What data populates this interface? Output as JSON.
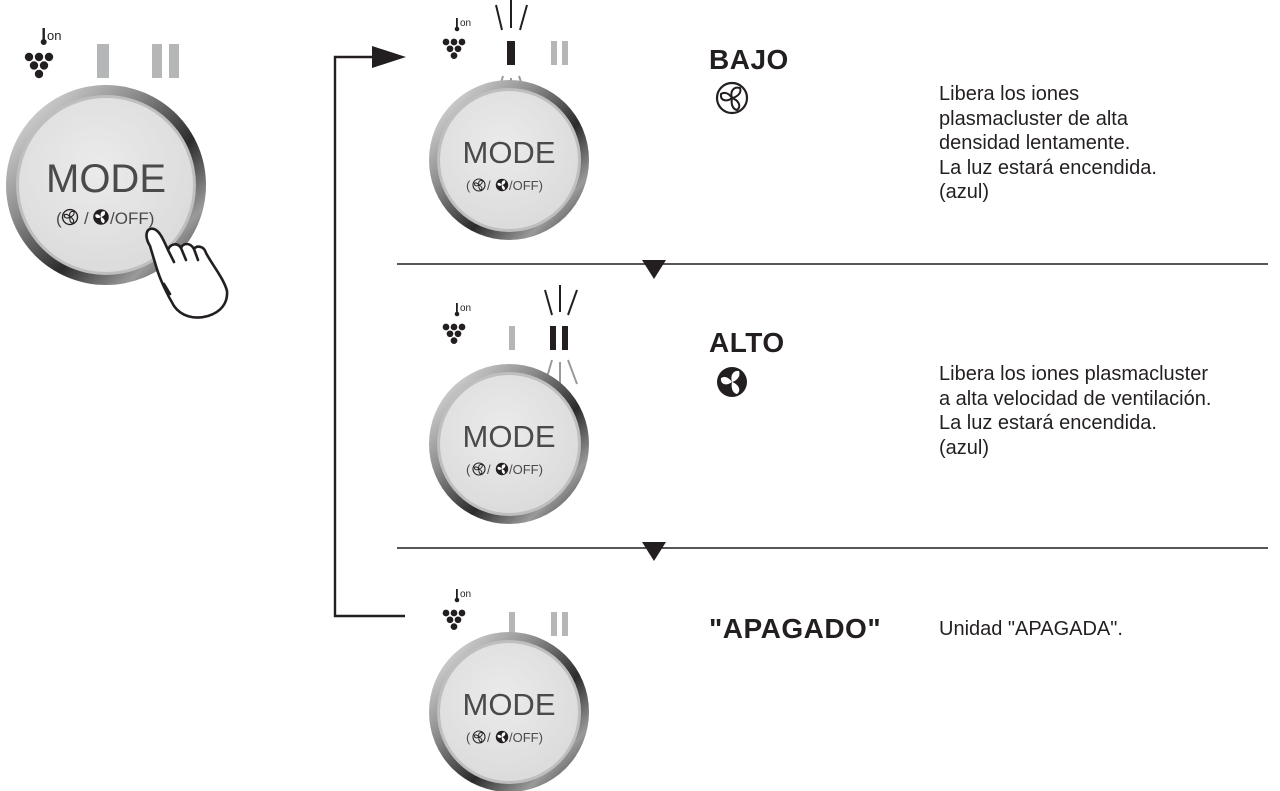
{
  "icons": {
    "ion_mark": "ion-grape-icon",
    "low_mark": "single-bar-icon",
    "high_mark": "double-bar-icon",
    "low_fan": "fan-outline-icon",
    "high_fan": "fan-filled-icon",
    "press": "hand-press-icon"
  },
  "colors": {
    "ink": "#231f20",
    "button_face": "#e3e3e3",
    "inactive_bar": "#b5b6b8"
  },
  "button": {
    "ion_label": "on",
    "title": "MODE",
    "subtitle_open": "(",
    "subtitle_sep": "/",
    "subtitle_off": "/OFF)"
  },
  "steps": [
    {
      "id": "bajo",
      "heading": "BAJO",
      "description": [
        "Libera los iones",
        "plasmacluster de alta",
        "densidad lentamente.",
        "La luz estará encendida.",
        "(azul)"
      ]
    },
    {
      "id": "alto",
      "heading": "ALTO",
      "description": [
        "Libera los iones plasmacluster",
        "a alta velocidad de ventilación.",
        "La luz estará encendida.",
        "(azul)"
      ]
    },
    {
      "id": "apagado",
      "heading": "\"APAGADO\"",
      "description": [
        "Unidad \"APAGADA\"."
      ]
    }
  ]
}
